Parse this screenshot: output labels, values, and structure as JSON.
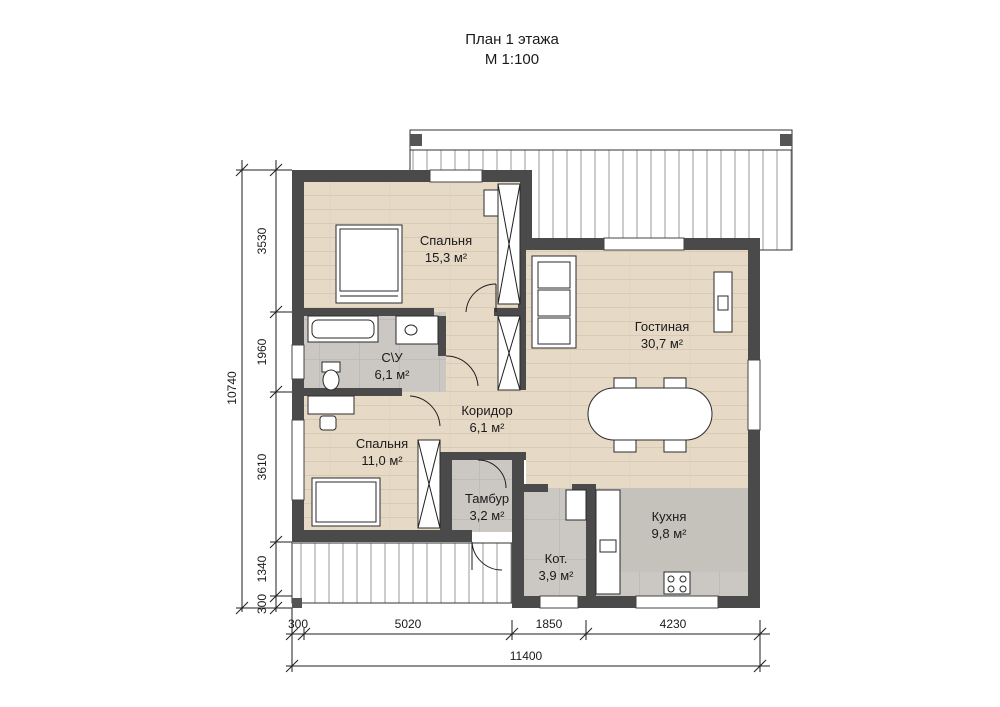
{
  "title": {
    "line1": "План 1 этажа",
    "line2": "М 1:100"
  },
  "rooms": [
    {
      "id": "bedroom1",
      "name": "Спальня",
      "area": "15,3 м²"
    },
    {
      "id": "bathroom",
      "name": "С\\У",
      "area": "6,1 м²"
    },
    {
      "id": "bedroom2",
      "name": "Спальня",
      "area": "11,0 м²"
    },
    {
      "id": "corridor",
      "name": "Коридор",
      "area": "6,1 м²"
    },
    {
      "id": "living",
      "name": "Гостиная",
      "area": "30,7 м²"
    },
    {
      "id": "vestibule",
      "name": "Тамбур",
      "area": "3,2 м²"
    },
    {
      "id": "boiler",
      "name": "Кот.",
      "area": "3,9 м²"
    },
    {
      "id": "kitchen",
      "name": "Кухня",
      "area": "9,8 м²"
    }
  ],
  "dimensions": {
    "left": [
      "3530",
      "1960",
      "3610",
      "1340",
      "300"
    ],
    "left_total": "10740",
    "bottom": [
      "300",
      "5020",
      "1850",
      "4230"
    ],
    "bottom_total": "11400"
  },
  "colors": {
    "wall": "#4a4a4a",
    "wood_floor": "#e8dccb",
    "tile_floor": "#c9c6c1",
    "terrace": "#ffffff"
  }
}
